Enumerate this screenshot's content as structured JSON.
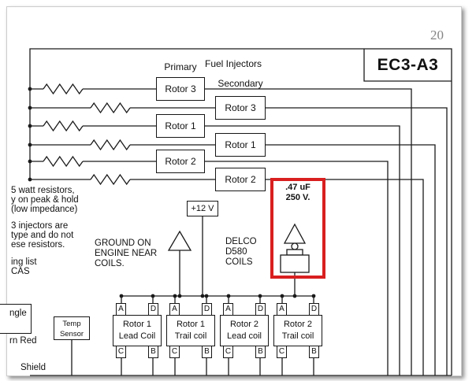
{
  "page": {
    "number": "20"
  },
  "diagram": {
    "title": "EC3-A3",
    "headers": {
      "primary": "Primary",
      "fuel_injectors": "Fuel Injectors",
      "secondary": "Secondary"
    },
    "primary_rotors": [
      "Rotor 3",
      "Rotor 1",
      "Rotor 2"
    ],
    "secondary_rotors": [
      "Rotor 3",
      "Rotor 1",
      "Rotor 2"
    ],
    "notes": [
      "5 watt resistors,",
      "y on peak & hold",
      "(low impedance)",
      "3 injectors are",
      "type and do not",
      "ese resistors.",
      "ing list",
      "CAS"
    ],
    "supply_label": "+12 V",
    "ground_note": [
      "GROUND ON",
      "ENGINE NEAR",
      "COILS."
    ],
    "delco_label": [
      "DELCO",
      "D580",
      "COILS"
    ],
    "capacitor_label": [
      ".47 uF",
      "250 V."
    ],
    "highlight_color": "#d91f1f",
    "coils": [
      {
        "name": [
          "Rotor 1",
          "Lead Coil"
        ],
        "top_terminals": [
          "A",
          "D"
        ],
        "bottom_terminals": [
          "C",
          "B"
        ]
      },
      {
        "name": [
          "Rotor 1",
          "Trail coil"
        ],
        "top_terminals": [
          "A",
          "D"
        ],
        "bottom_terminals": [
          "C",
          "B"
        ]
      },
      {
        "name": [
          "Rotor 2",
          "Lead coil"
        ],
        "top_terminals": [
          "A",
          "D"
        ],
        "bottom_terminals": [
          "C",
          "B"
        ]
      },
      {
        "name": [
          "Rotor 2",
          "Trail coil"
        ],
        "top_terminals": [
          "A",
          "D"
        ],
        "bottom_terminals": [
          "C",
          "B"
        ]
      }
    ],
    "temp_sensor": [
      "Temp",
      "Sensor"
    ],
    "left_partials": {
      "angle": "ngle",
      "wire_color": "rn Red",
      "shield": "Shield"
    }
  }
}
